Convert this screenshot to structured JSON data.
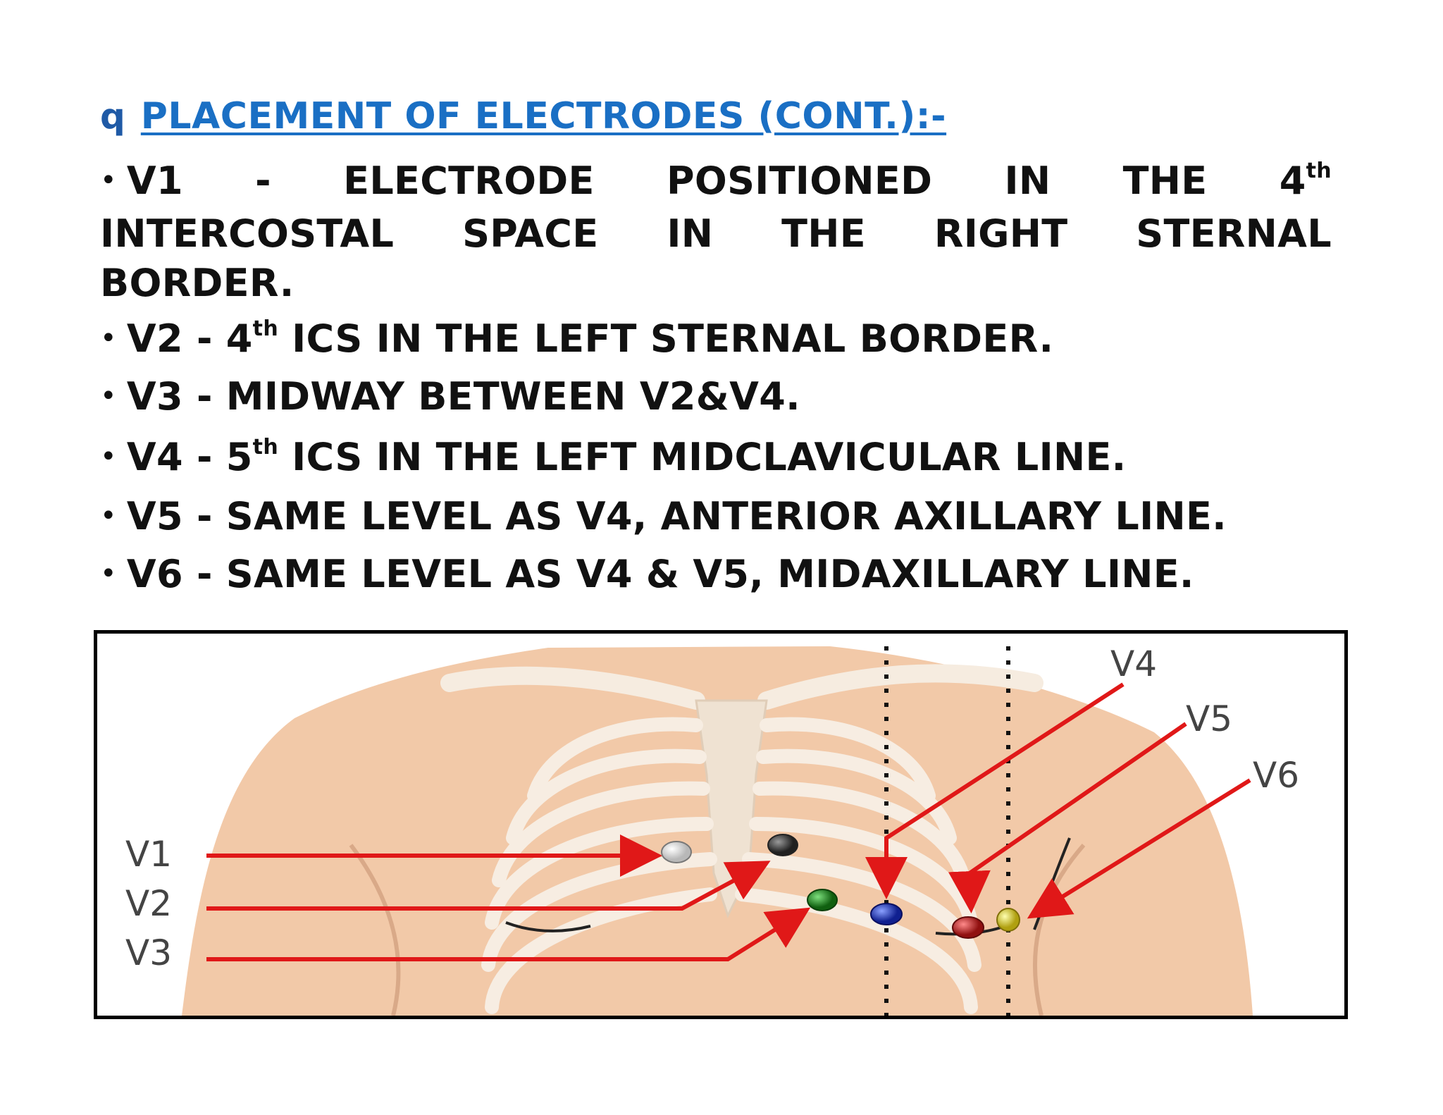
{
  "heading": {
    "bullet_icon": "q-bullet-icon",
    "title": "PLACEMENT OF ELECTRODES (CONT.):-",
    "color": "#1a6fc4"
  },
  "items": [
    {
      "lead": "V1",
      "line1_words": [
        "V1",
        "-",
        "ELECTRODE",
        "POSITIONED",
        "IN",
        "THE",
        "4"
      ],
      "line1_sup": "th",
      "line2_words": [
        "INTERCOSTAL",
        "SPACE",
        "IN",
        "THE",
        "RIGHT",
        "STERNAL"
      ],
      "line3": "BORDER."
    },
    {
      "pre": "V2 - 4",
      "sup": "th",
      "post": " ICS IN THE LEFT STERNAL BORDER."
    },
    {
      "text": "V3 - MIDWAY BETWEEN V2&V4."
    },
    {
      "pre": "V4 - 5",
      "sup": "th",
      "post": " ICS IN THE LEFT MIDCLAVICULAR LINE."
    },
    {
      "text": "V5 - SAME LEVEL AS V4, ANTERIOR AXILLARY LINE."
    },
    {
      "text": "V6 - SAME LEVEL AS V4 & V5, MIDAXILLARY LINE."
    }
  ],
  "bullet_char": "•",
  "figure": {
    "labels": {
      "v1": "V1",
      "v2": "V2",
      "v3": "V3",
      "v4": "V4",
      "v5": "V5",
      "v6": "V6"
    },
    "electrode_colors": {
      "v1": "#e8e8e8",
      "v2": "#444444",
      "v3": "#2e8b2e",
      "v4": "#2040c8",
      "v5": "#c82020",
      "v6": "#e6e040"
    },
    "arrow_color": "#e01818",
    "skin_color": "#f2c9a8",
    "bone_color": "#f3e6d6"
  }
}
